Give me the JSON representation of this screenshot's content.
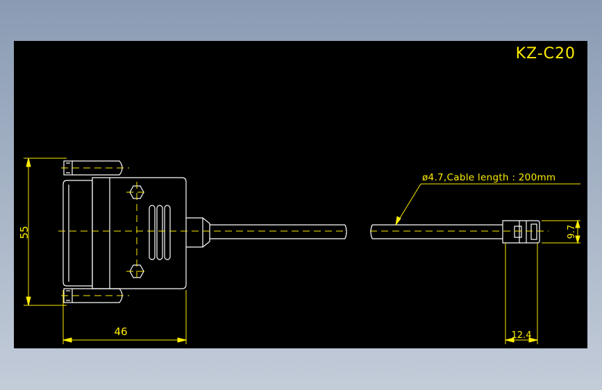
{
  "drawing": {
    "title": "KZ-C20",
    "cable_note": "ø4.7,Cable length : 200mm",
    "dimensions": {
      "height": "55",
      "width": "46",
      "plug_height": "9.7",
      "plug_length": "12.4"
    }
  },
  "colors": {
    "background": "#000000",
    "outline": "#ffffff",
    "dimension": "#ffee00",
    "centerline": "#ffee00"
  }
}
